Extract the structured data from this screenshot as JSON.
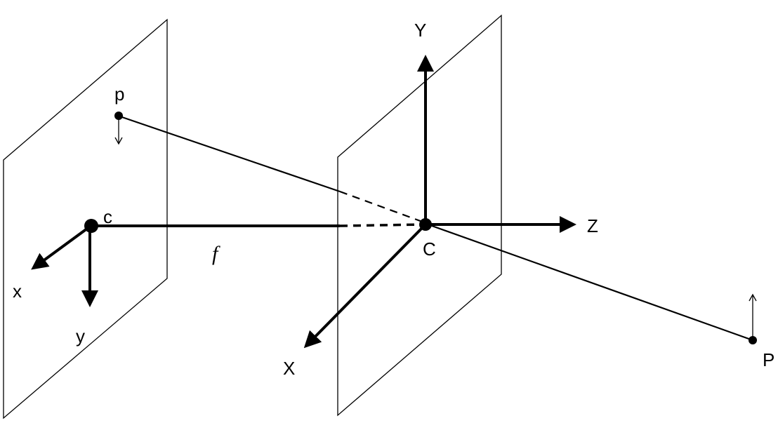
{
  "labels": {
    "image_x": "x",
    "image_y": "y",
    "principal_point": "c",
    "image_point": "p",
    "focal_length": "f",
    "camera_center": "C",
    "axis_X": "X",
    "axis_Y": "Y",
    "axis_Z": "Z",
    "world_point": "P"
  }
}
